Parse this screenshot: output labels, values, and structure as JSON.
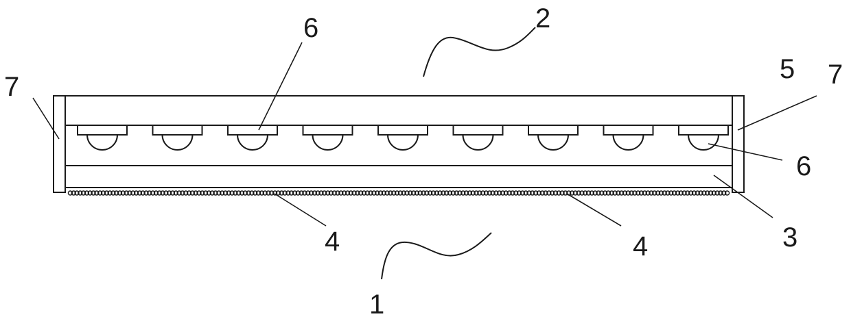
{
  "figure": {
    "labels": {
      "reference_1": "1",
      "reference_2": "2",
      "reference_3": "3",
      "reference_4_left": "4",
      "reference_4_right": "4",
      "reference_5": "5",
      "reference_6_top": "6",
      "reference_6_right": "6",
      "reference_7_left": "7",
      "reference_7_right": "7"
    },
    "element_counts": {
      "lens_units": 9,
      "bottom_beads": 200
    },
    "colors": {
      "line": "#1a1a1a",
      "background": "#ffffff"
    }
  }
}
